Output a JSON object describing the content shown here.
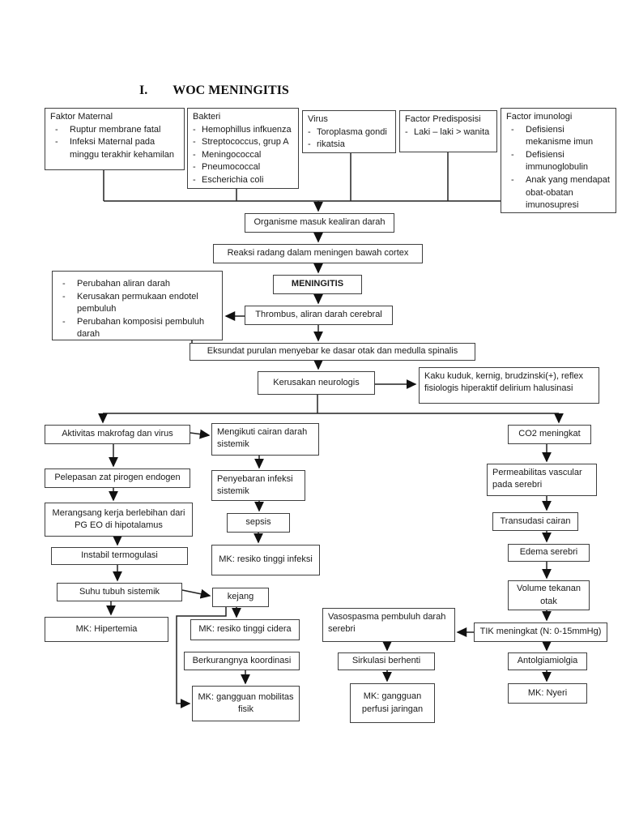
{
  "title": {
    "numeral": "I.",
    "text": "WOC MENINGITIS"
  },
  "colors": {
    "background": "#ffffff",
    "box_border": "#3f3f3f",
    "line": "#222222",
    "text": "#1a1a1a"
  },
  "boxes": {
    "faktor_maternal": {
      "title": "Faktor Maternal",
      "items": [
        "Ruptur membrane fatal",
        "Infeksi Maternal pada minggu terakhir kehamilan"
      ]
    },
    "bakteri": {
      "title": "Bakteri",
      "items": [
        "Hemophillus infkuenza",
        "Streptococcus, grup A",
        "Meningococcal",
        "Pneumococcal",
        "Escherichia coli"
      ]
    },
    "virus": {
      "title": "Virus",
      "items": [
        "Toroplasma gondi",
        "rikatsia"
      ]
    },
    "factor_predisposisi": {
      "title": "Factor Predisposisi",
      "items": [
        "Laki – laki > wanita"
      ]
    },
    "factor_imunologi": {
      "title": "Factor imunologi",
      "items": [
        "Defisiensi mekanisme imun",
        "Defisiensi immunoglobulin",
        "Anak yang mendapat obat-obatan imunosupresi"
      ]
    },
    "organisme": {
      "text": "Organisme masuk kealiran darah"
    },
    "reaksi": {
      "text": "Reaksi radang dalam meningen bawah cortex"
    },
    "meningitis": {
      "text": "MENINGITIS"
    },
    "thrombus": {
      "text": "Thrombus, aliran darah cerebral"
    },
    "perubahan": {
      "items": [
        "Perubahan aliran darah",
        "Kerusakan permukaan endotel pembuluh",
        "Perubahan komposisi pembuluh darah"
      ]
    },
    "eksundat": {
      "text": "Eksundat purulan menyebar ke dasar otak dan medulla spinalis"
    },
    "kerusakan": {
      "text": "Kerusakan neurologis"
    },
    "kaku": {
      "text": "Kaku kuduk, kernig, brudzinski(+), reflex fisiologis hiperaktif delirium halusinasi"
    },
    "aktivitas": {
      "text": "Aktivitas makrofag dan virus"
    },
    "mengikuti": {
      "text": "Mengikuti cairan darah sistemik"
    },
    "co2": {
      "text": "CO2 meningkat"
    },
    "pelepasan": {
      "text": "Pelepasan zat pirogen endogen"
    },
    "penyebaran": {
      "text": "Penyebaran infeksi sistemik"
    },
    "permeabilitas": {
      "text": "Permeabilitas vascular pada serebri"
    },
    "merangsang": {
      "text": "Merangsang kerja berlebihan dari PG EO di hipotalamus"
    },
    "sepsis": {
      "text": "sepsis"
    },
    "transudasi": {
      "text": "Transudasi cairan"
    },
    "instabil": {
      "text": "Instabil termogulasi"
    },
    "mk_infeksi": {
      "text": "MK: resiko tinggi infeksi"
    },
    "edema": {
      "text": "Edema serebri"
    },
    "suhu": {
      "text": "Suhu tubuh sistemik"
    },
    "kejang": {
      "text": "kejang"
    },
    "volume": {
      "text": "Volume tekanan otak"
    },
    "mk_hipertemia": {
      "text": "MK: Hipertemia"
    },
    "mk_cidera": {
      "text": "MK: resiko tinggi cidera"
    },
    "vasospasma": {
      "text": "Vasospasma pembuluh darah serebri"
    },
    "tik": {
      "text": "TIK meningkat (N: 0-15mmHg)"
    },
    "berkurangnya": {
      "text": "Berkurangnya koordinasi"
    },
    "mk_mobilitas": {
      "text": "MK: gangguan mobilitas fisik"
    },
    "sirkulasi": {
      "text": "Sirkulasi berhenti"
    },
    "antolgiamiolgia": {
      "text": "Antolgiamiolgia"
    },
    "mk_perfusi": {
      "text": "MK: gangguan perfusi jaringan"
    },
    "mk_nyeri": {
      "text": "MK: Nyeri"
    }
  }
}
